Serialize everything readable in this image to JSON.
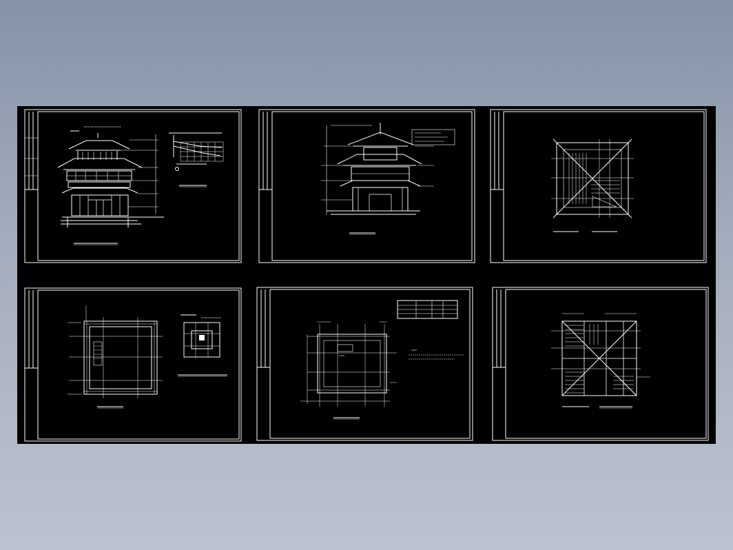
{
  "viewer": {
    "model_space_color": "#000000",
    "background_top": "#8593a8",
    "background_bottom": "#bcc2cf",
    "line_color": "#ffffff"
  },
  "sheets": [
    {
      "name": "front-elevation",
      "icon": "pagoda-elevation-drawing"
    },
    {
      "name": "section",
      "icon": "pagoda-section-drawing"
    },
    {
      "name": "roof-plan",
      "icon": "roof-plan-drawing"
    },
    {
      "name": "floor-plan",
      "icon": "floor-plan-drawing"
    },
    {
      "name": "foundation-plan",
      "icon": "foundation-plan-drawing"
    },
    {
      "name": "roof-framing-plan",
      "icon": "roof-framing-drawing"
    }
  ]
}
